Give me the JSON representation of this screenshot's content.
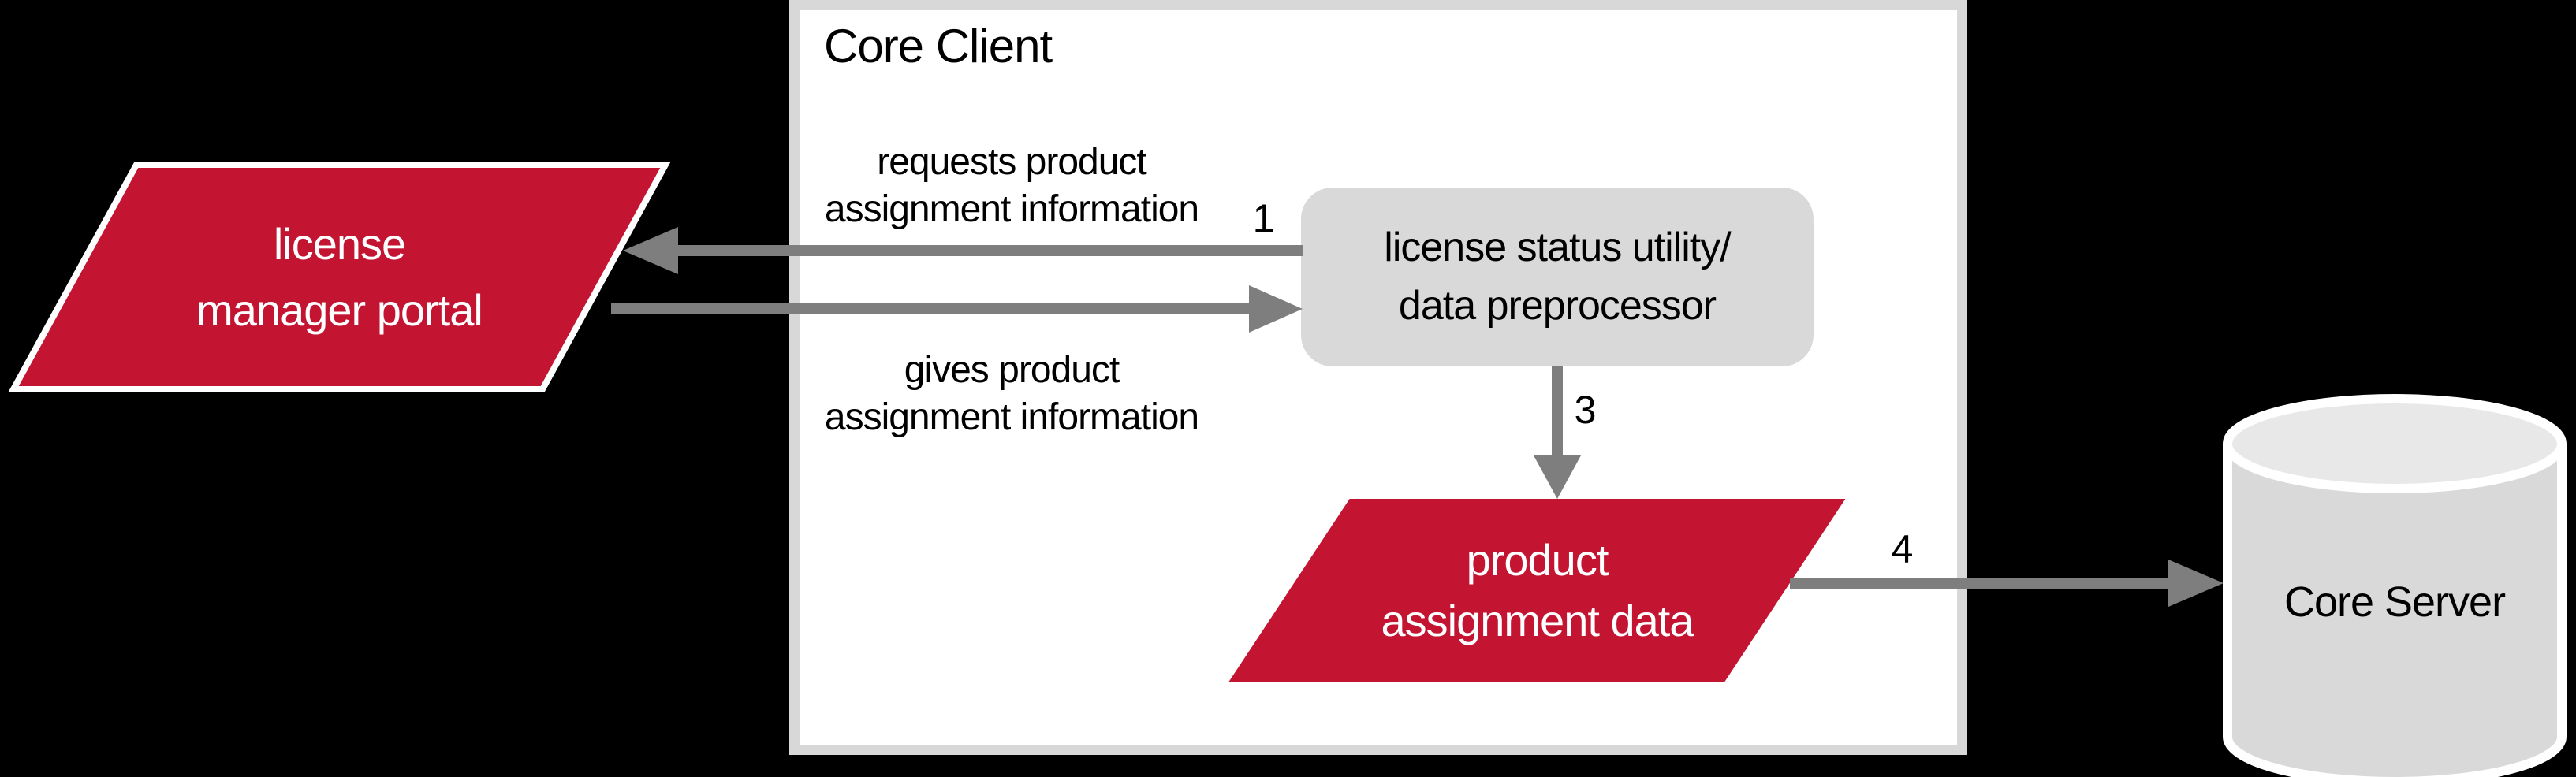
{
  "colors": {
    "background": "#000000",
    "red": "#C31432",
    "white": "#FFFFFF",
    "light_gray": "#D9D9D9",
    "cylinder_top": "#E8E8E8",
    "box_border": "#D8D8D8",
    "arrow_gray": "#7E7E7E",
    "text_black": "#000000"
  },
  "core_client_box": {
    "title": "Core Client"
  },
  "nodes": {
    "license_manager_portal": {
      "line1": "license",
      "line2": "manager portal"
    },
    "license_status_utility": {
      "line1": "license status utility/",
      "line2": "data preprocessor"
    },
    "product_assignment_data": {
      "line1": "product",
      "line2": "assignment data"
    },
    "core_server": {
      "label": "Core Server"
    }
  },
  "edges": {
    "requests_arrow": {
      "line1": "requests product",
      "line2": "assignment information",
      "number": "1"
    },
    "gives_arrow": {
      "line1": "gives product",
      "line2": "assignment information"
    },
    "preprocess_arrow": {
      "number": "3"
    },
    "store_arrow": {
      "number": "4"
    }
  }
}
